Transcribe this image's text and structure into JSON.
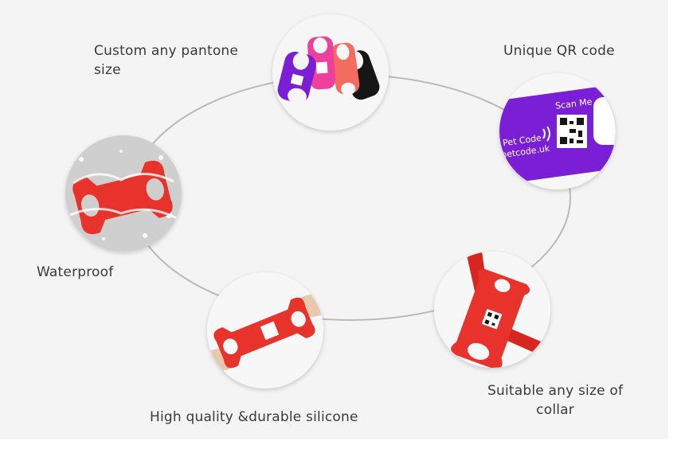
{
  "features": {
    "custom": {
      "line1": "Custom any pantone",
      "line2": "size"
    },
    "qr": {
      "label": "Unique QR code"
    },
    "waterproof": {
      "label": "Waterproof"
    },
    "silicone": {
      "label": "High quality &durable silicone"
    },
    "collar": {
      "line1": "Suitable any size of",
      "line2": "collar"
    }
  },
  "tag_print": {
    "scan": "Scan Me",
    "brand": "Pet Code",
    "site": "petcode.uk"
  },
  "colors": {
    "panel": "#f4f4f4",
    "orbit_line": "#b9b9b9",
    "purple": "#7a1fd6",
    "pink": "#ee3f9c",
    "coral": "#f36c5f",
    "red": "#e8332c",
    "black": "#161616"
  }
}
